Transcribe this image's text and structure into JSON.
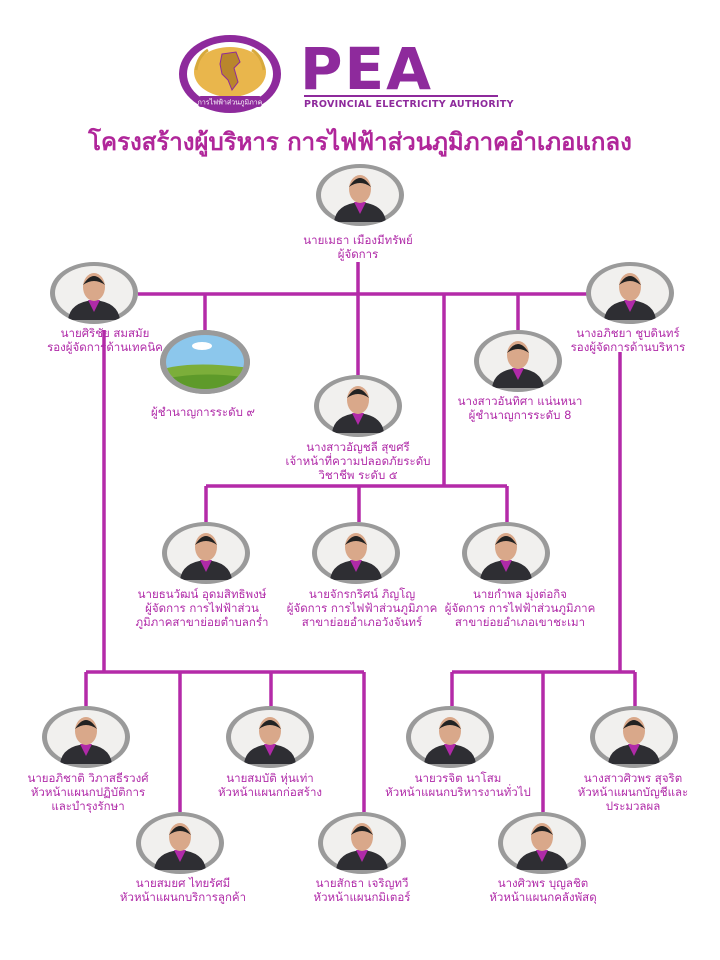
{
  "header": {
    "brand": "PEA",
    "brand_subtitle": "PROVINCIAL ELECTRICITY AUTHORITY",
    "logo_text": "การไฟฟ้าส่วนภูมิภาค",
    "title": "โครงสร้างผู้บริหาร การไฟฟ้าส่วนภูมิภาคอำเภอแกลง"
  },
  "colors": {
    "accent": "#b02aa8",
    "line": "#b42aa8",
    "brand": "#8e2a9c",
    "photo_frame": "#9a9a9a"
  },
  "people": {
    "manager": {
      "name": "นายเมธา เมืองมีทรัพย์",
      "role1": "ผู้จัดการ"
    },
    "deputy_tech": {
      "name": "นายศิริชัย สมสมัย",
      "role1": "รองผู้จัดการด้านเทคนิค"
    },
    "deputy_admin": {
      "name": "นางอภิชยา ชูบดินทร์",
      "role1": "รองผู้จัดการด้านบริหาร"
    },
    "expert9": {
      "role1": "ผู้ชำนาญการระดับ ๙"
    },
    "expert8": {
      "name": "นางสาวอันทิศา แน่นหนา",
      "role1": "ผู้ชำนาญการระดับ 8"
    },
    "safety": {
      "name": "นางสาวอัญชลี สุขศรี",
      "role1": "เจ้าหน้าที่ความปลอดภัยระดับ",
      "role2": "วิชาชีพ ระดับ ๕"
    },
    "branch1": {
      "name": "นายธนวัฒน์ อุดมสิทธิพงษ์",
      "role1": "ผู้จัดการ การไฟฟ้าส่วน",
      "role2": "ภูมิภาคสาขาย่อยตำบลกร่ำ"
    },
    "branch2": {
      "name": "นายจักรกริศน์ ภิญโญ",
      "role1": "ผู้จัดการ การไฟฟ้าส่วนภูมิภาค",
      "role2": "สาขาย่อยอำเภอวังจันทร์"
    },
    "branch3": {
      "name": "นายกำพล มุ่งต่อกิจ",
      "role1": "ผู้จัดการ การไฟฟ้าส่วนภูมิภาค",
      "role2": "สาขาย่อยอำเภอเขาชะเมา"
    },
    "ops": {
      "name": "นายอภิชาติ วิภาสธีรวงศ์",
      "role1": "หัวหน้าแผนกปฏิบัติการ",
      "role2": "และบำรุงรักษา"
    },
    "construction": {
      "name": "นายสมบัติ หุ่นเท่า",
      "role1": "หัวหน้าแผนกก่อสร้าง"
    },
    "customer": {
      "name": "นายสมยศ ไทยรัศมี",
      "role1": "หัวหน้าแผนกบริการลูกค้า"
    },
    "meter": {
      "name": "นายสักธา เจริญทวี",
      "role1": "หัวหน้าแผนกมิเตอร์"
    },
    "general": {
      "name": "นายวรจิต นาโสม",
      "role1": "หัวหน้าแผนกบริหารงานทั่วไป"
    },
    "accounting": {
      "name": "นางสาวศิวพร สุจริต",
      "role1": "หัวหน้าแผนกบัญชีและ",
      "role2": "ประมวลผล"
    },
    "supplies": {
      "name": "นางศิวพร บุญลชิต",
      "role1": "หัวหน้าแผนกคลังพัสดุ"
    }
  }
}
